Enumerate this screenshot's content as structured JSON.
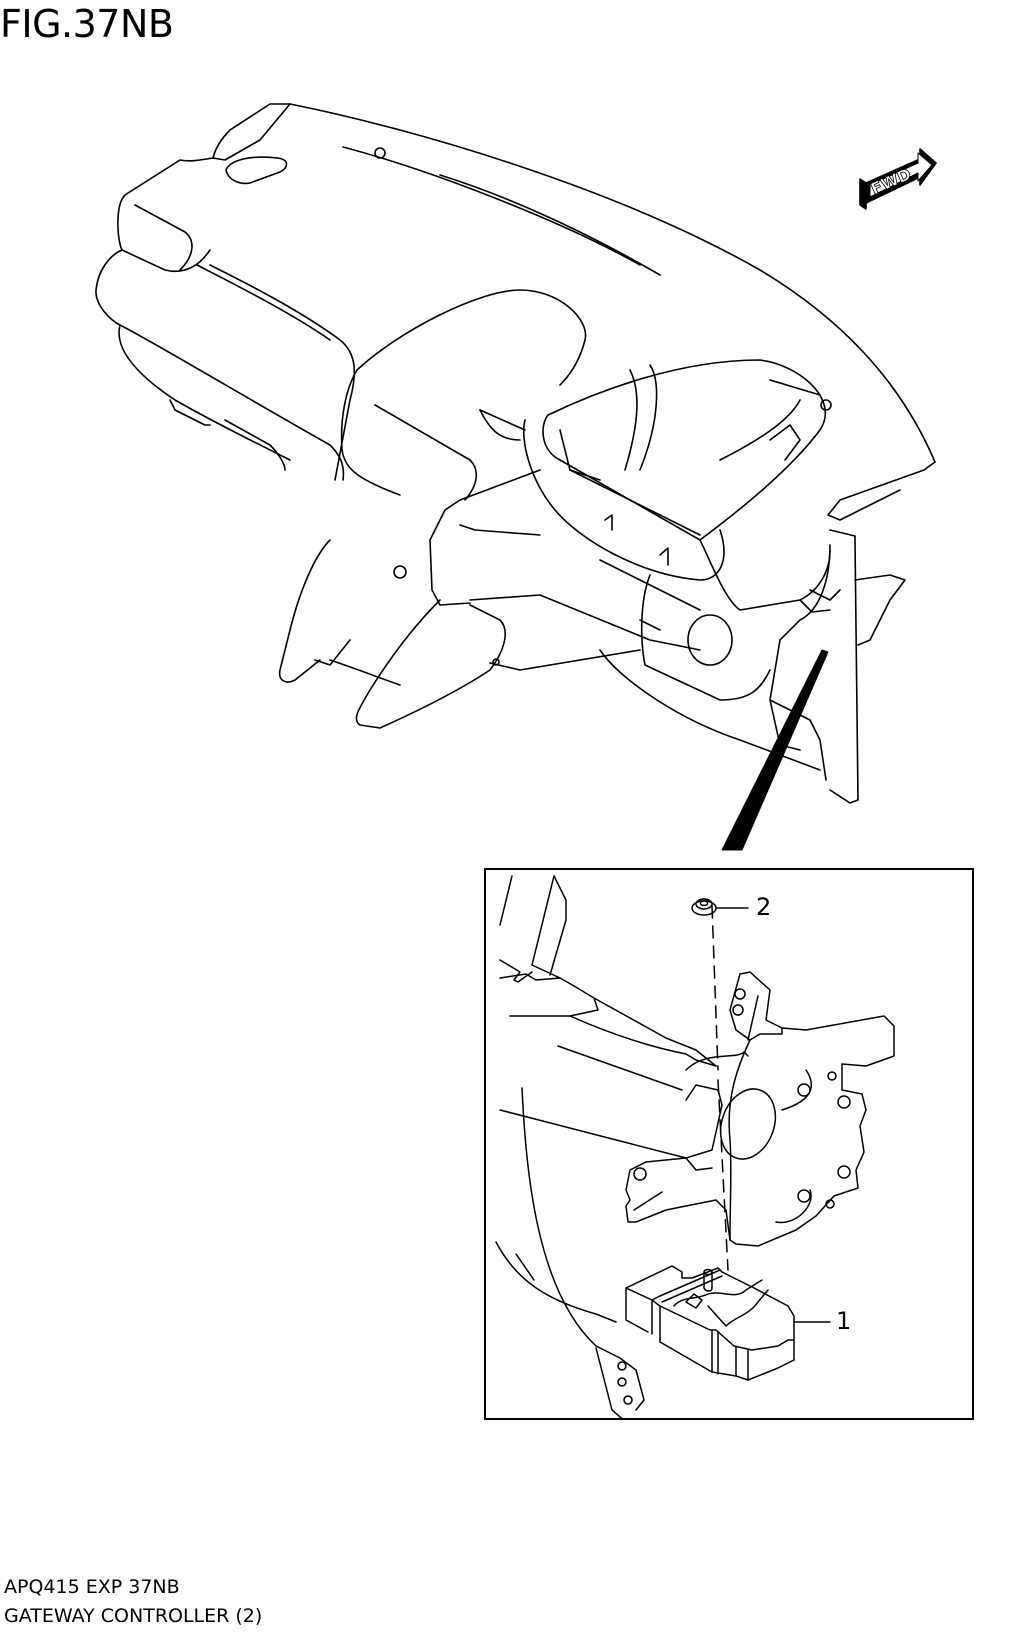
{
  "figure": {
    "title": "FIG.37NB"
  },
  "main_view": {
    "description": "Instrument panel (dashboard) assembly, isometric line drawing",
    "direction_indicator": {
      "label": "FWD",
      "icon": "fwd-arrow-icon"
    },
    "leader_arrow_icon": "pointer-wedge-icon"
  },
  "detail_view": {
    "description": "Enlarged detail of gateway controller mounting bracket",
    "callouts": [
      {
        "number": "1",
        "part": "gateway-controller"
      },
      {
        "number": "2",
        "part": "nut"
      }
    ]
  },
  "footer": {
    "code": "APQ415 EXP 37NB",
    "caption": "GATEWAY CONTROLLER (2)"
  },
  "colors": {
    "line": "#000000",
    "background": "#ffffff"
  }
}
